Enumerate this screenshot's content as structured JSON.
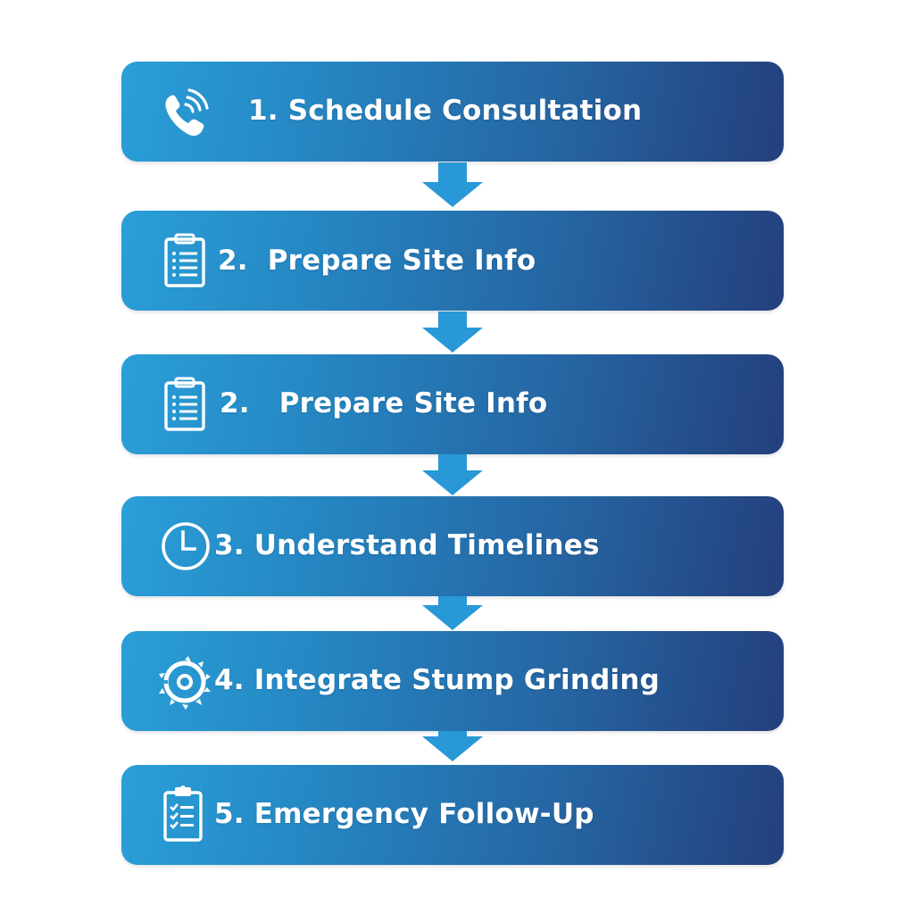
{
  "colors": {
    "background": "#ffffff",
    "box_gradient_start": "#2a9fd8",
    "box_gradient_end": "#243f7c",
    "arrow": "#2898d6",
    "text": "#ffffff"
  },
  "steps": [
    {
      "label": "1. Schedule Consultation",
      "icon": "phone-ringing-icon"
    },
    {
      "label": "2.  Prepare Site Info",
      "icon": "clipboard-list-icon"
    },
    {
      "label": "2.   Prepare Site Info",
      "icon": "clipboard-list-icon"
    },
    {
      "label": "3. Understand Timelines",
      "icon": "clock-icon"
    },
    {
      "label": "4. Integrate Stump Grinding",
      "icon": "saw-blade-icon"
    },
    {
      "label": "5. Emergency Follow-Up",
      "icon": "clipboard-check-icon"
    }
  ]
}
